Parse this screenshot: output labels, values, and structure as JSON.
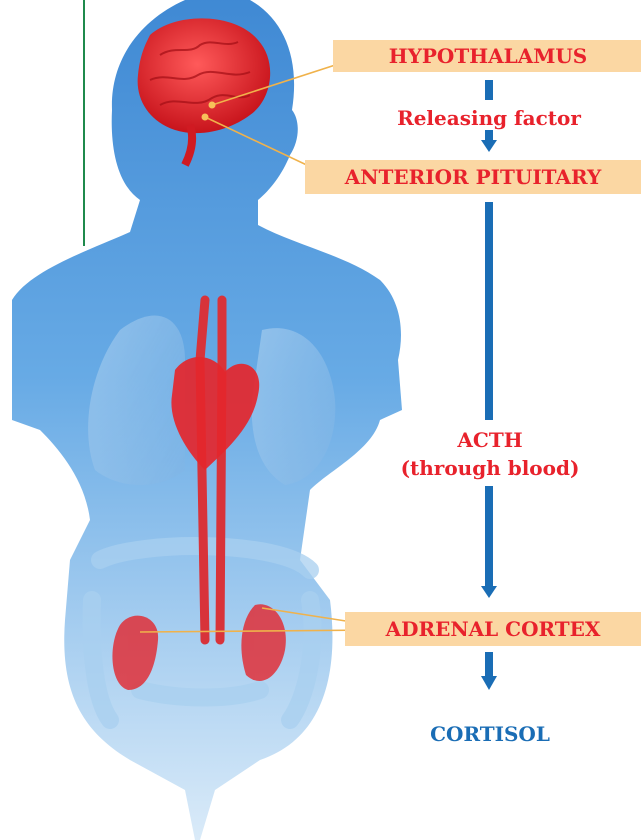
{
  "labels": {
    "hypothalamus": "HYPOTHALAMUS",
    "releasing_factor": "Releasing factor",
    "anterior_pituitary": "ANTERIOR PITUITARY",
    "acth_line1": "ACTH",
    "acth_line2": "(through blood)",
    "adrenal_cortex": "ADRENAL CORTEX",
    "cortisol": "CORTISOL"
  },
  "colors": {
    "label_bg": "#fbd7a3",
    "label_text": "#e8222c",
    "arrow": "#1a6db5",
    "cortisol_text": "#1a6db5",
    "body": "#3f8fd6",
    "organ": "#e4262d",
    "side_rule": "#1f8a4c"
  },
  "icons": {
    "body_illustration": "human-body-icon",
    "brain": "brain-icon",
    "heart": "heart-icon",
    "kidneys": "kidney-icon"
  }
}
